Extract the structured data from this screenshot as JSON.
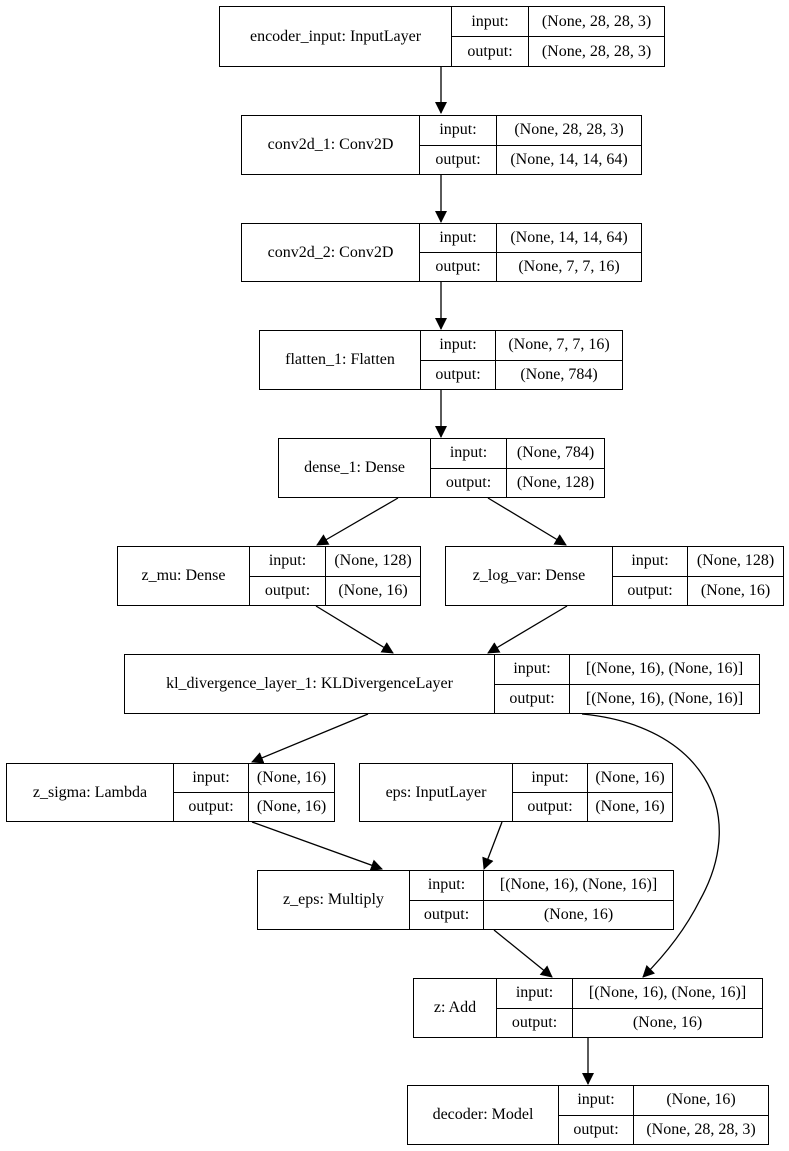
{
  "nodes": {
    "encoder_input": {
      "name": "encoder_input: InputLayer",
      "in_label": "input:",
      "out_label": "output:",
      "in": "(None, 28, 28, 3)",
      "out": "(None, 28, 28, 3)"
    },
    "conv2d_1": {
      "name": "conv2d_1: Conv2D",
      "in_label": "input:",
      "out_label": "output:",
      "in": "(None, 28, 28, 3)",
      "out": "(None, 14, 14, 64)"
    },
    "conv2d_2": {
      "name": "conv2d_2: Conv2D",
      "in_label": "input:",
      "out_label": "output:",
      "in": "(None, 14, 14, 64)",
      "out": "(None, 7, 7, 16)"
    },
    "flatten_1": {
      "name": "flatten_1: Flatten",
      "in_label": "input:",
      "out_label": "output:",
      "in": "(None, 7, 7, 16)",
      "out": "(None, 784)"
    },
    "dense_1": {
      "name": "dense_1: Dense",
      "in_label": "input:",
      "out_label": "output:",
      "in": "(None, 784)",
      "out": "(None, 128)"
    },
    "z_mu": {
      "name": "z_mu: Dense",
      "in_label": "input:",
      "out_label": "output:",
      "in": "(None, 128)",
      "out": "(None, 16)"
    },
    "z_log_var": {
      "name": "z_log_var: Dense",
      "in_label": "input:",
      "out_label": "output:",
      "in": "(None, 128)",
      "out": "(None, 16)"
    },
    "kl": {
      "name": "kl_divergence_layer_1: KLDivergenceLayer",
      "in_label": "input:",
      "out_label": "output:",
      "in": "[(None, 16), (None, 16)]",
      "out": "[(None, 16), (None, 16)]"
    },
    "z_sigma": {
      "name": "z_sigma: Lambda",
      "in_label": "input:",
      "out_label": "output:",
      "in": "(None, 16)",
      "out": "(None, 16)"
    },
    "eps": {
      "name": "eps: InputLayer",
      "in_label": "input:",
      "out_label": "output:",
      "in": "(None, 16)",
      "out": "(None, 16)"
    },
    "z_eps": {
      "name": "z_eps: Multiply",
      "in_label": "input:",
      "out_label": "output:",
      "in": "[(None, 16), (None, 16)]",
      "out": "(None, 16)"
    },
    "z": {
      "name": "z: Add",
      "in_label": "input:",
      "out_label": "output:",
      "in": "[(None, 16), (None, 16)]",
      "out": "(None, 16)"
    },
    "decoder": {
      "name": "decoder: Model",
      "in_label": "input:",
      "out_label": "output:",
      "in": "(None, 16)",
      "out": "(None, 28, 28, 3)"
    }
  },
  "edges": [
    [
      "encoder_input",
      "conv2d_1"
    ],
    [
      "conv2d_1",
      "conv2d_2"
    ],
    [
      "conv2d_2",
      "flatten_1"
    ],
    [
      "flatten_1",
      "dense_1"
    ],
    [
      "dense_1",
      "z_mu"
    ],
    [
      "dense_1",
      "z_log_var"
    ],
    [
      "z_mu",
      "kl"
    ],
    [
      "z_log_var",
      "kl"
    ],
    [
      "kl",
      "z_sigma"
    ],
    [
      "kl",
      "z"
    ],
    [
      "z_sigma",
      "z_eps"
    ],
    [
      "eps",
      "z_eps"
    ],
    [
      "z_eps",
      "z"
    ],
    [
      "z",
      "decoder"
    ]
  ]
}
